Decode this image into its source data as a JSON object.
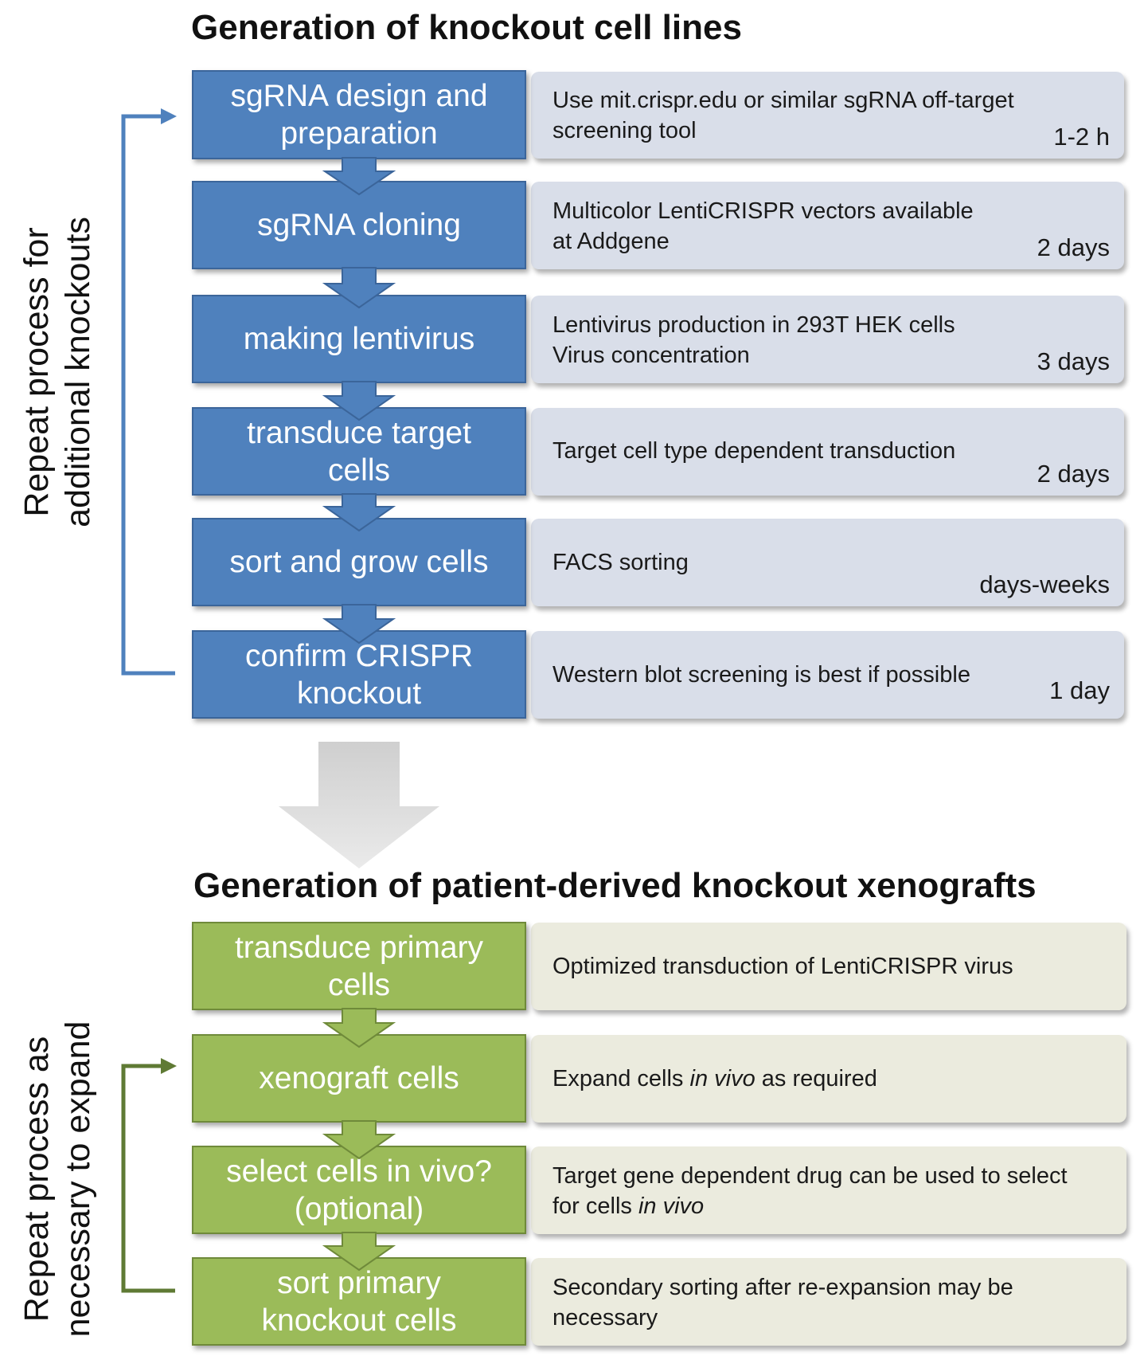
{
  "section1": {
    "title": "Generation of knockout cell lines",
    "loop_label_line1": "Repeat process for",
    "loop_label_line2": "additional knockouts",
    "steps": [
      {
        "label": "sgRNA design and preparation",
        "desc": "Use mit.crispr.edu or similar sgRNA off-target screening tool",
        "time": "1-2 h"
      },
      {
        "label": "sgRNA cloning",
        "desc": "Multicolor LentiCRISPR vectors available at Addgene",
        "time": "2 days"
      },
      {
        "label": "making lentivirus",
        "desc_line1": "Lentivirus production in 293T HEK cells",
        "desc_line2": "Virus concentration",
        "time": "3 days"
      },
      {
        "label": "transduce target cells",
        "desc": "Target cell type dependent transduction",
        "time": "2 days"
      },
      {
        "label": "sort and grow cells",
        "desc": "FACS sorting",
        "time": "days-weeks"
      },
      {
        "label": "confirm CRISPR knockout",
        "desc": "Western blot screening is best if possible",
        "time": "1 day"
      }
    ]
  },
  "section2": {
    "title": "Generation of patient-derived knockout xenografts",
    "loop_label_line1": "Repeat process as",
    "loop_label_line2": "necessary to expand",
    "steps": [
      {
        "label": "transduce primary cells",
        "desc": "Optimized transduction of LentiCRISPR virus"
      },
      {
        "label": "xenograft cells",
        "desc_pre": "Expand cells ",
        "desc_em": "in vivo",
        "desc_post": " as required"
      },
      {
        "label_line1": "select cells in vivo?",
        "label_line2": "(optional)",
        "desc_pre": "Target gene dependent drug can be used to select for cells ",
        "desc_em": "in vivo"
      },
      {
        "label": "sort primary knockout cells",
        "desc": "Secondary sorting after re-expansion may be necessary"
      }
    ]
  },
  "colors": {
    "blue_box": "#4f81bd",
    "blue_desc": "#d9dee9",
    "green_box": "#9bbb59",
    "green_desc": "#ebebde",
    "blue_bracket": "#4f81bd",
    "green_bracket": "#5f7a34",
    "big_arrow": "#d0d0d0"
  }
}
